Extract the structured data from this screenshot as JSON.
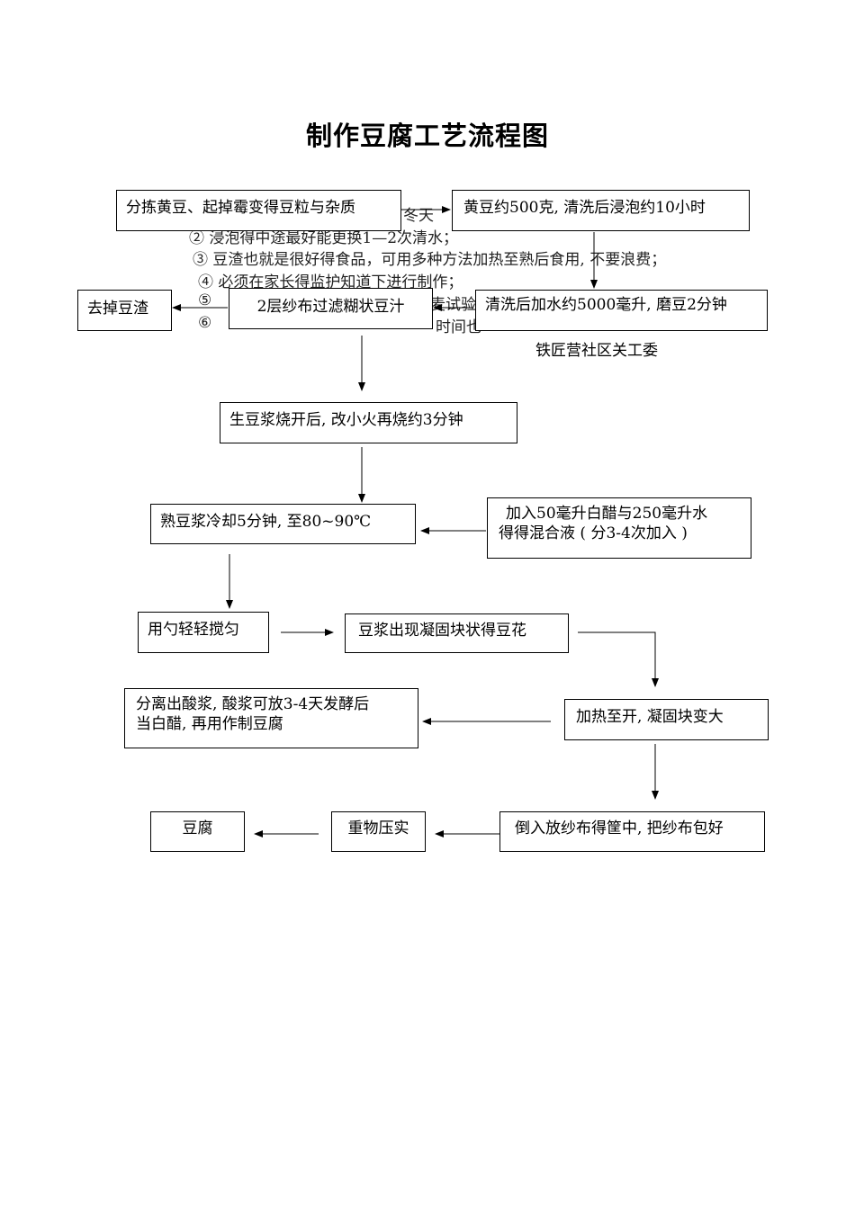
{
  "title": "制作豆腐工艺流程图",
  "notes": [
    "②  浸泡得中途最好能更换1—2次清水；",
    "③   豆渣也就是很好得食品，可用多种方法加热至熟后食用, 不要浪费；",
    "④   必须在家长得监护知道下进行制作；",
    "⑤",
    "⑥"
  ],
  "note_fragments": [
    "冬天",
    "麦试验",
    "时间也"
  ],
  "footer_org": "铁匠营社区关工委",
  "steps": {
    "sort": "分拣黄豆、起掉霉变得豆粒与杂质",
    "soak": "黄豆约500克, 清洗后浸泡约10小时",
    "grind": "清洗后加水约5000毫升, 磨豆2分钟",
    "filter": "2层纱布过滤糊状豆汁",
    "remove_dregs": "去掉豆渣",
    "boil": "生豆浆烧开后, 改小火再烧约3分钟",
    "cool": "熟豆浆冷却5分钟, 至80~90℃",
    "mix_line1": "加入50毫升白醋与250毫升水",
    "mix_line2": "得得混合液 ( 分3-4次加入 )",
    "stir": "用勺轻轻搅匀",
    "curd": "豆浆出现凝固块状得豆花",
    "heat": "加热至开, 凝固块变大",
    "sour_line1": "分离出酸浆, 酸浆可放3-4天发酵后",
    "sour_line2": "当白醋, 再用作制豆腐",
    "pour": "倒入放纱布得筐中, 把纱布包好",
    "press": "重物压实",
    "tofu": "豆腐"
  }
}
